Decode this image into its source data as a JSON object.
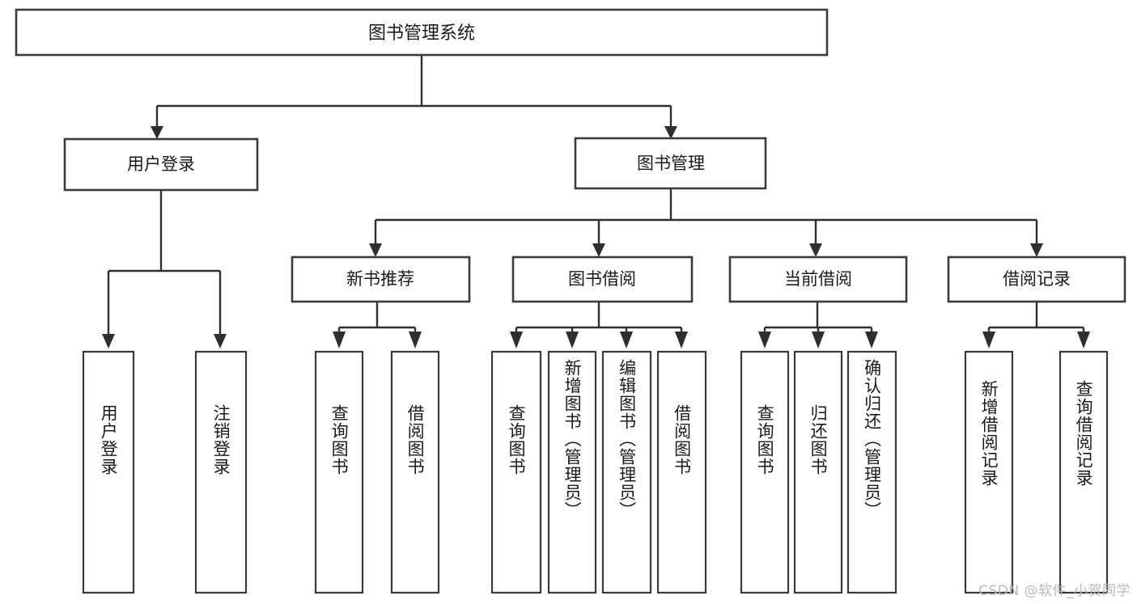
{
  "diagram": {
    "title": "图书管理系统",
    "type": "tree",
    "root": {
      "id": "root",
      "label": "图书管理系统"
    },
    "level2": [
      {
        "id": "user-login",
        "label": "用户登录"
      },
      {
        "id": "book-manage",
        "label": "图书管理"
      }
    ],
    "level3": [
      {
        "id": "new-book-recommend",
        "label": "新书推荐",
        "parent": "book-manage"
      },
      {
        "id": "book-borrow",
        "label": "图书借阅",
        "parent": "book-manage"
      },
      {
        "id": "current-borrow",
        "label": "当前借阅",
        "parent": "book-manage"
      },
      {
        "id": "borrow-record",
        "label": "借阅记录",
        "parent": "book-manage"
      }
    ],
    "leaves": [
      {
        "id": "leaf-user-login",
        "label": "用户登录",
        "parent": "user-login"
      },
      {
        "id": "leaf-user-logout",
        "label": "注销登录",
        "parent": "user-login"
      },
      {
        "id": "leaf-query-book-1",
        "label": "查询图书",
        "parent": "new-book-recommend"
      },
      {
        "id": "leaf-borrow-book-1",
        "label": "借阅图书",
        "parent": "new-book-recommend"
      },
      {
        "id": "leaf-query-book-2",
        "label": "查询图书",
        "parent": "book-borrow"
      },
      {
        "id": "leaf-add-book",
        "label": "新增图书（管理员）",
        "parent": "book-borrow"
      },
      {
        "id": "leaf-edit-book",
        "label": "编辑图书（管理员）",
        "parent": "book-borrow"
      },
      {
        "id": "leaf-borrow-book-2",
        "label": "借阅图书",
        "parent": "book-borrow"
      },
      {
        "id": "leaf-query-book-3",
        "label": "查询图书",
        "parent": "current-borrow"
      },
      {
        "id": "leaf-return-book",
        "label": "归还图书",
        "parent": "current-borrow"
      },
      {
        "id": "leaf-confirm-return",
        "label": "确认归还（管理员）",
        "parent": "current-borrow"
      },
      {
        "id": "leaf-add-record",
        "label": "新增借阅记录",
        "parent": "borrow-record"
      },
      {
        "id": "leaf-query-record",
        "label": "查询借阅记录",
        "parent": "borrow-record"
      }
    ]
  },
  "watermark": {
    "text": "CSDN @软件_小贺同学"
  },
  "colors": {
    "background": "#ffffff",
    "box_fill": "#ffffff",
    "box_stroke": "#3a3a3a",
    "connector": "#2f2f2f",
    "text": "#1a1a1a",
    "watermark": "#b9b9b9"
  }
}
